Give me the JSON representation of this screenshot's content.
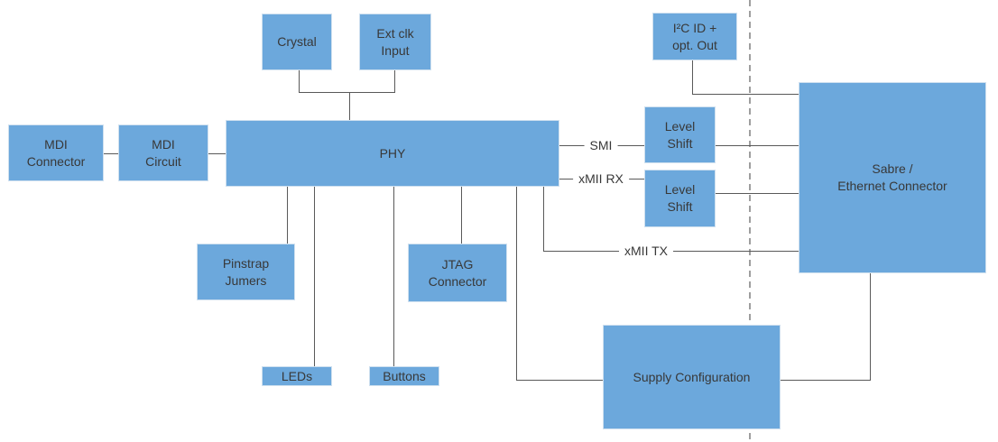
{
  "colors": {
    "box_fill": "#6CA8DC",
    "box_border": "#CFE0EF",
    "text_color": "#383838",
    "wire_color": "#595959",
    "dashed_color": "#9E9E9E",
    "bg_color": "#FFFFFF"
  },
  "boxes": {
    "crystal": {
      "label": "Crystal"
    },
    "ext_clk": {
      "label": "Ext clk\nInput"
    },
    "i2c": {
      "label": "I²C ID +\nopt. Out"
    },
    "mdi_connector": {
      "label": "MDI\nConnector"
    },
    "mdi_circuit": {
      "label": "MDI\nCircuit"
    },
    "phy": {
      "label": "PHY"
    },
    "level_shift_top": {
      "label": "Level\nShift"
    },
    "level_shift_bottom": {
      "label": "Level\nShift"
    },
    "sabre": {
      "label": "Sabre /\nEthernet Connector"
    },
    "pinstrap_jumpers": {
      "label": "Pinstrap\nJumers"
    },
    "jtag": {
      "label": "JTAG\nConnector"
    },
    "leds": {
      "label": "LEDs"
    },
    "buttons": {
      "label": "Buttons"
    },
    "supply": {
      "label": "Supply Configuration"
    }
  },
  "wires": {
    "smi": "SMI",
    "xmii_rx": "xMII RX",
    "xmii_tx": "xMII TX"
  }
}
